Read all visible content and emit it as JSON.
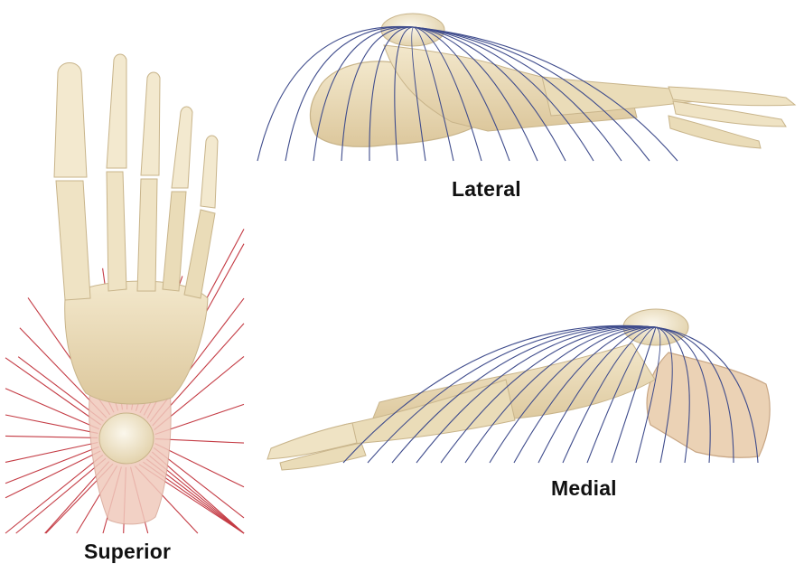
{
  "views": {
    "lateral": {
      "label": "Lateral"
    },
    "medial": {
      "label": "Medial"
    },
    "superior": {
      "label": "Superior"
    }
  },
  "colors": {
    "bone_fill": "#efe3c4",
    "bone_shadow": "#d9c49a",
    "bone_outline": "#c8b48a",
    "joint_surface": "#f7f1e2",
    "arc_lines_blue": "#3f4c8c",
    "ray_lines_red": "#c43b44",
    "soft_tissue_pink": "#e9b8a6"
  }
}
